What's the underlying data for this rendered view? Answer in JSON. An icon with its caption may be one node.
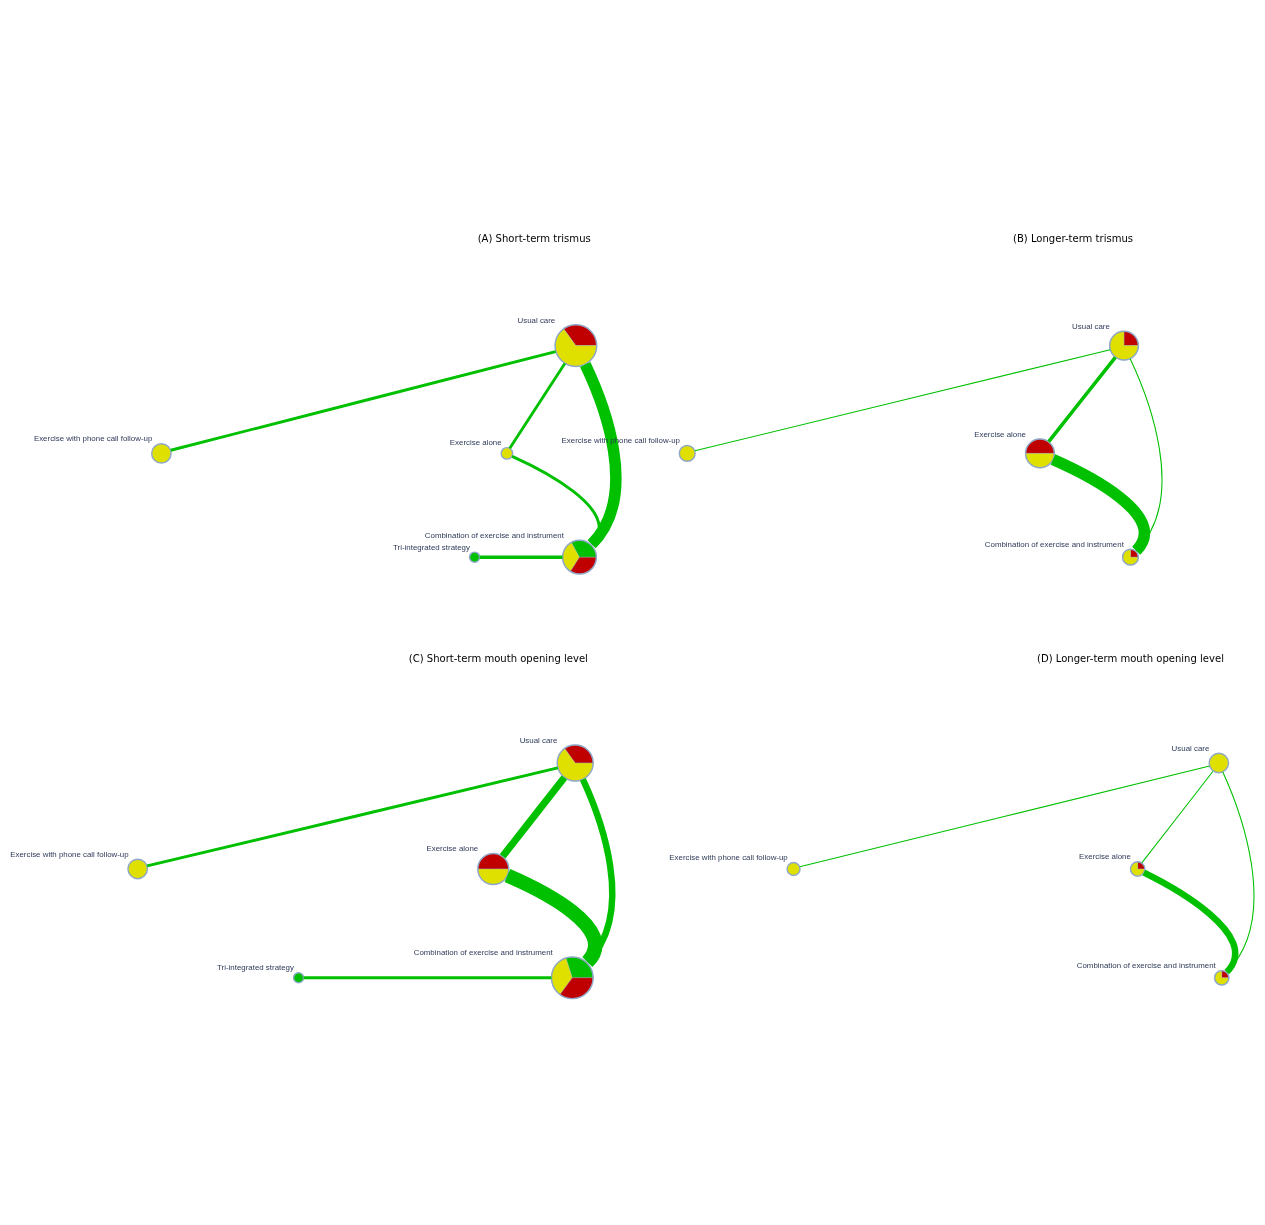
{
  "diagram": {
    "nodes": [
      {
        "text": [
          "Usual care"
        ]
      },
      {
        "text": [
          "Exercise with phone call follow-up"
        ]
      },
      {
        "text": [
          "Exercise alone"
        ]
      },
      {
        "text": [
          "Tri-integrated strategy"
        ]
      },
      {
        "text": [
          "Combination of exercise and instrument"
        ]
      },
      {
        "text": [
          "Usual care"
        ]
      },
      {
        "text": [
          "Exercise with phone call follow-up"
        ]
      },
      {
        "text": [
          "Exercise alone"
        ]
      },
      {
        "text": [
          "Combination of exercise and instrument"
        ]
      },
      {
        "text": [
          "Usual care"
        ]
      },
      {
        "text": [
          "Exercise with phone call follow-up"
        ]
      },
      {
        "text": [
          "Exercise alone"
        ]
      },
      {
        "text": [
          "Tri-integrated strategy"
        ]
      },
      {
        "text": [
          "Combination of exercise and instrument"
        ]
      },
      {
        "text": [
          "Usual care"
        ]
      },
      {
        "text": [
          "Exercise with phone call follow-up"
        ]
      },
      {
        "text": [
          "Exercise alone"
        ]
      },
      {
        "text": [
          "Combination of exercise and instrument"
        ]
      }
    ],
    "edges": [
      {
        "from": 0,
        "to": 1,
        "arrow": "none"
      },
      {
        "from": 0,
        "to": 4,
        "arrow": "none",
        "style": "thick"
      },
      {
        "from": 0,
        "to": 2,
        "arrow": "none"
      },
      {
        "from": 2,
        "to": 4,
        "arrow": "none"
      },
      {
        "from": 3,
        "to": 4,
        "arrow": "none"
      },
      {
        "from": 5,
        "to": 6,
        "arrow": "none"
      },
      {
        "from": 5,
        "to": 8,
        "arrow": "none"
      },
      {
        "from": 5,
        "to": 7,
        "arrow": "none"
      },
      {
        "from": 7,
        "to": 8,
        "arrow": "none",
        "style": "thick"
      },
      {
        "from": 9,
        "to": 10,
        "arrow": "none"
      },
      {
        "from": 9,
        "to": 13,
        "arrow": "none",
        "style": "thick"
      },
      {
        "from": 9,
        "to": 11,
        "arrow": "none",
        "style": "thick"
      },
      {
        "from": 11,
        "to": 13,
        "arrow": "none",
        "style": "thick"
      },
      {
        "from": 12,
        "to": 13,
        "arrow": "none"
      },
      {
        "from": 14,
        "to": 15,
        "arrow": "none"
      },
      {
        "from": 14,
        "to": 17,
        "arrow": "none"
      },
      {
        "from": 14,
        "to": 16,
        "arrow": "none"
      },
      {
        "from": 16,
        "to": 17,
        "arrow": "none",
        "style": "thick"
      }
    ],
    "labels": [
      "(A) Short-term trismus",
      "(B) Longer-term trismus",
      "(C) Short-term mouth opening level",
      "(D) Longer-term mouth opening level"
    ]
  }
}
